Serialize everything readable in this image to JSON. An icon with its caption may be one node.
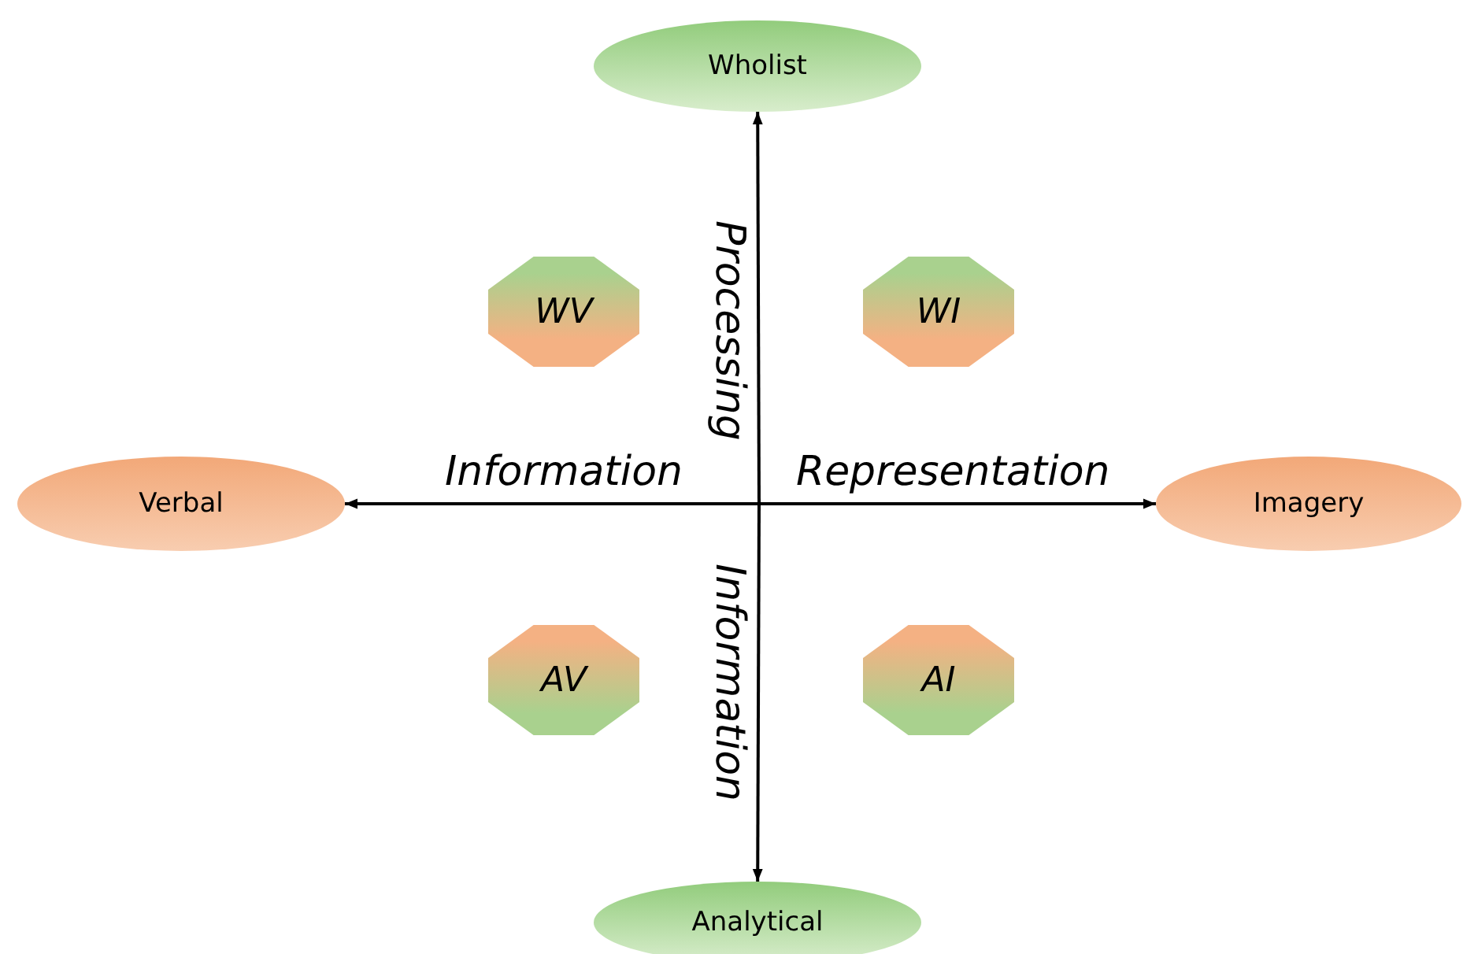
{
  "diagram": {
    "nodes": [
      {
        "text": [
          "Wholist"
        ]
      },
      {
        "text": [
          "WV"
        ]
      },
      {
        "text": [
          "WI"
        ]
      },
      {
        "text": [
          "Verbal"
        ]
      },
      {
        "text": [
          "Imagery"
        ]
      },
      {
        "text": [
          "AV"
        ]
      },
      {
        "text": [
          "AI"
        ]
      },
      {
        "text": [
          "Analytical"
        ]
      }
    ],
    "edges": [
      {
        "from": null,
        "to": 0,
        "arrow": "to",
        "label": "Processing"
      },
      {
        "from": null,
        "to": 3,
        "arrow": "to",
        "label": "Information"
      },
      {
        "from": null,
        "to": 4,
        "arrow": "to",
        "label": "Representation"
      },
      {
        "from": null,
        "to": 7,
        "arrow": "to",
        "label": "Information"
      }
    ]
  }
}
